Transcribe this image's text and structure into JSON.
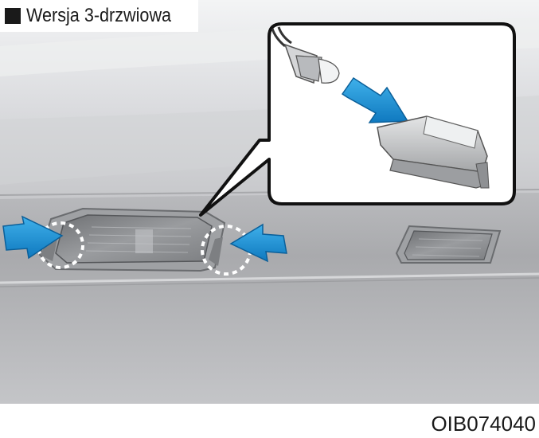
{
  "caption": {
    "label": "Wersja 3-drzwiowa"
  },
  "figure_code": "OIB074040",
  "colors": {
    "body_panel": "#c9cacc",
    "arrow_blue": "#1a8fd0",
    "callout_border": "#111111",
    "lamp_lens": "#8c8e91"
  },
  "icons": {
    "caption_marker": "black-square",
    "insert_arrows": "blue-arrow"
  }
}
